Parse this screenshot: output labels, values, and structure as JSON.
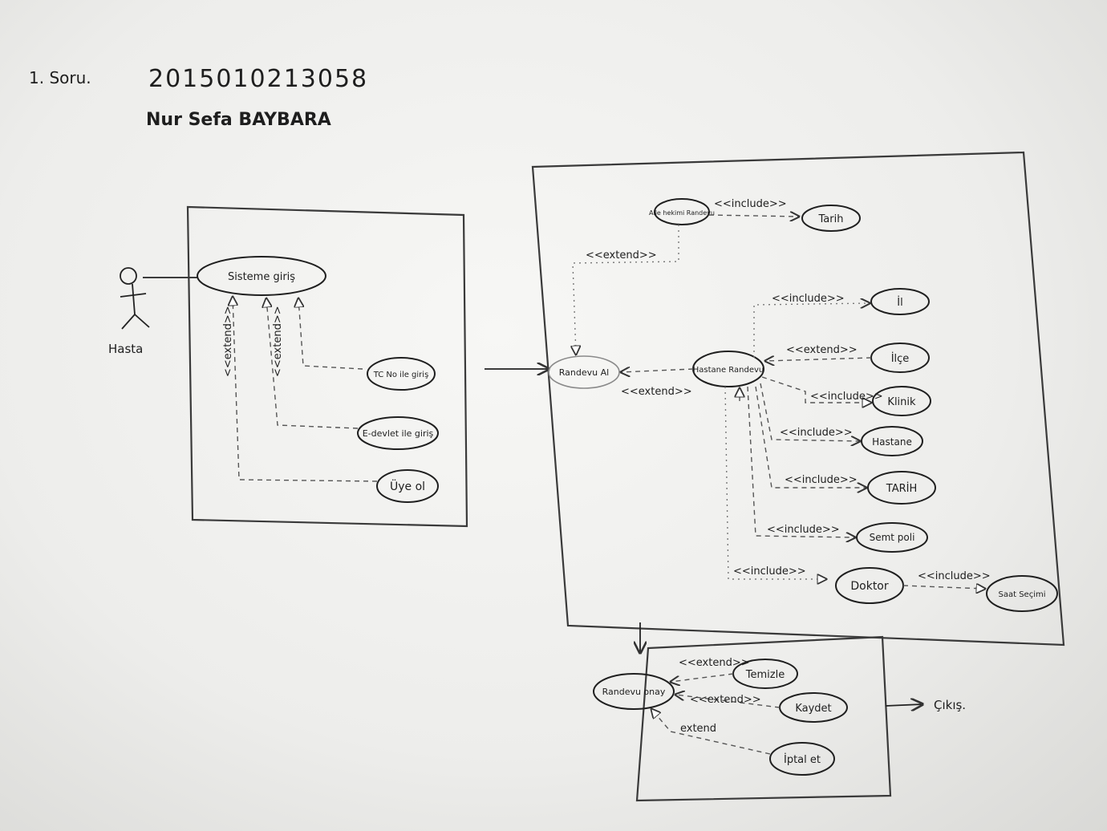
{
  "header": {
    "question": "1. Soru.",
    "student_number": "2015010213058",
    "student_name": "Nur Sefa BAYBARA"
  },
  "actor": {
    "name": "Hasta"
  },
  "login_system": {
    "use_cases": {
      "sisteme_giris": "Sisteme giriş",
      "tc_no_ile_giris": "TC No ile giriş",
      "e_devlet_ile_giris": "E-devlet ile giriş",
      "uye_ol": "Üye ol"
    },
    "relations": {
      "extend_1": "<<extend>>",
      "extend_2": "<<extend>>"
    }
  },
  "appointment_system": {
    "use_cases": {
      "randevu_al": "Randevu Al",
      "aile_hekimi_randevu": "Aile hekimi Randevu",
      "tarih": "Tarih",
      "hastane_randevu": "Hastane Randevu",
      "il": "İl",
      "ilce": "İlçe",
      "klinik": "Klinik",
      "hastane": "Hastane",
      "tarih2": "TARİH",
      "semt_poli": "Semt poli",
      "doktor": "Doktor",
      "saat_secimi": "Saat Seçimi"
    },
    "relations": {
      "include_tarih": "<<include>>",
      "extend_aile": "<<extend>>",
      "include_il": "<<include>>",
      "extend_ilce": "<<extend>>",
      "include_klinik": "<<include>>",
      "include_hastane": "<<include>>",
      "include_tarih2": "<<include>>",
      "include_semt": "<<include>>",
      "include_doktor": "<<include>>",
      "include_saat": "<<include>>",
      "extend_randevu": "<<extend>>"
    }
  },
  "confirm_system": {
    "use_cases": {
      "randevu_onay": "Randevu onay",
      "temizle": "Temizle",
      "kaydet": "Kaydet",
      "iptal_et": "İptal et"
    },
    "relations": {
      "extend_temizle": "<<extend>>",
      "extend_kaydet": "<<extend>>",
      "extend_iptal": "extend"
    },
    "exit_label": "Çıkış."
  }
}
